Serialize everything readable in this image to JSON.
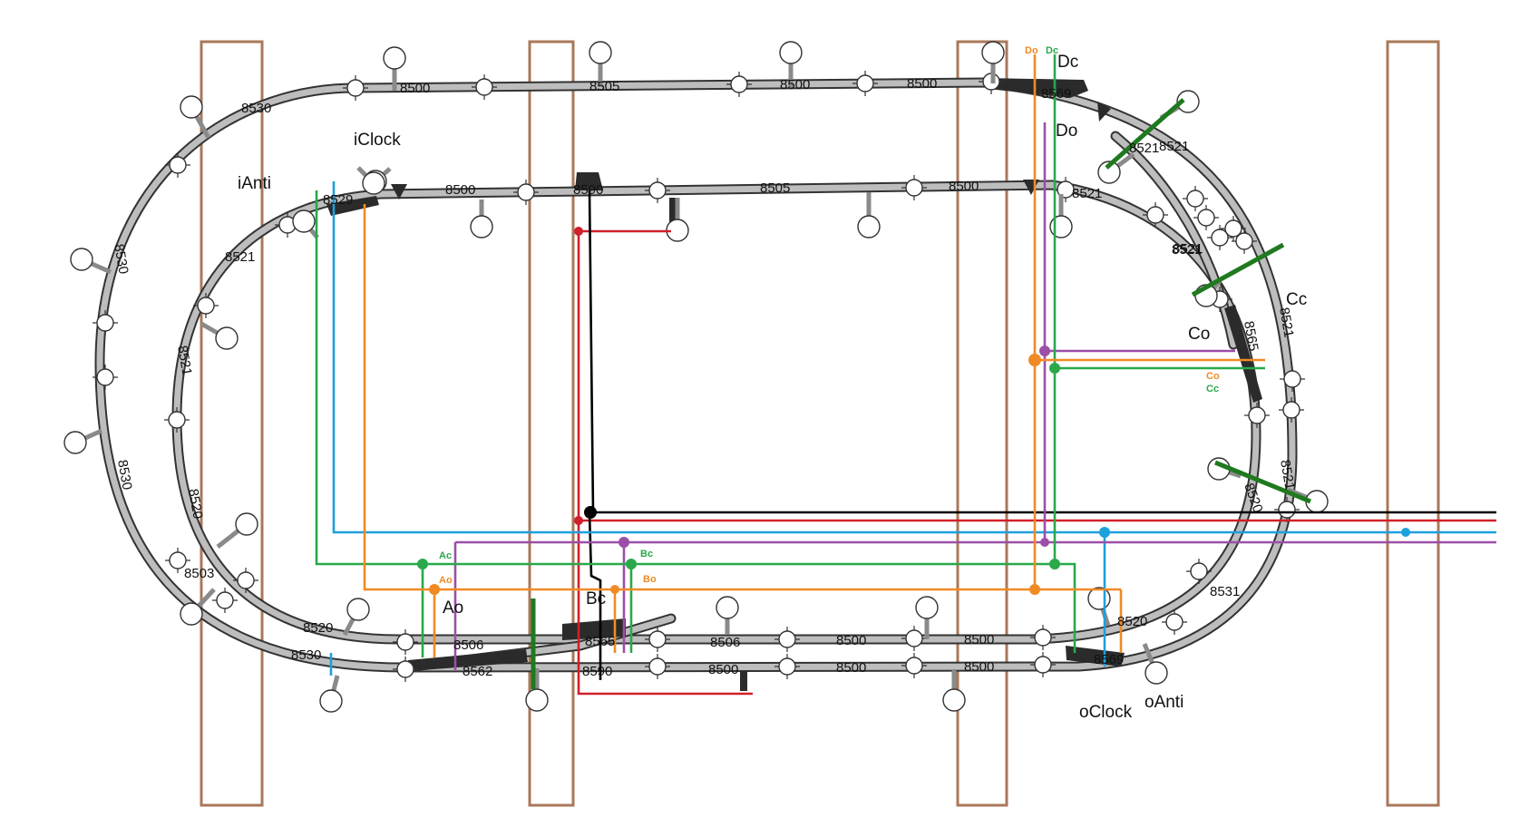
{
  "diagram": {
    "turnout_labels": {
      "iClock": "iClock",
      "iAnti": "iAnti",
      "oClock": "oClock",
      "oAnti": "oAnti",
      "Ao": "Ao",
      "Bc": "Bc",
      "Co": "Co",
      "Cc": "Cc",
      "Dc": "Dc",
      "Do": "Do"
    },
    "wire_tags": {
      "ac": "Ac",
      "ao": "Ao",
      "bc": "Bc",
      "bo": "Bo",
      "co": "Co",
      "cc": "Cc",
      "do_top": "Do",
      "dc_top": "Dc"
    },
    "track_pieces": {
      "top_outer_1": "8500",
      "top_outer_2": "8505",
      "top_outer_3": "8500",
      "top_outer_4": "8500",
      "top_right_turnout": "8569",
      "curve_ne_1": "8521",
      "curve_ne_2": "8521",
      "top_left_curve": "8530",
      "inner_left_turnout": "8529",
      "inner_top_1": "8500",
      "inner_top_2": "8590",
      "inner_top_3": "8505",
      "inner_top_4": "8500",
      "inner_right_1": "8521",
      "inner_right_2": "8521",
      "left_outer_1": "8530",
      "left_outer_2": "8530",
      "left_inner_1": "8521",
      "left_inner_2": "8521",
      "left_inner_3": "8520",
      "left_bottom_1": "8503",
      "right_1": "8521",
      "right_turnout": "8565",
      "right_2": "8521",
      "right_3": "8520",
      "right_4": "8521",
      "right_5": "8531",
      "right_bottom_1": "8520",
      "right_bottom_2": "8569",
      "bottom_left_1": "8520",
      "bottom_left_2": "8530",
      "bottom_1": "8506",
      "bottom_2": "8562",
      "bottom_3": "8506",
      "bottom_4": "8500",
      "bottom_5": "8500",
      "bottom_6": "8500",
      "bottom_7": "8500",
      "bottom_8": "8500",
      "bottom_9": "8590",
      "bottom_10": "8565"
    },
    "colors": {
      "post": "#a9785a",
      "red": "#d0202a",
      "black": "#000000",
      "blue": "#1ea0dc",
      "purple": "#9b4fa8",
      "green": "#2aa84a",
      "orange": "#f08a24",
      "dark_green": "#1f7a1f"
    }
  }
}
